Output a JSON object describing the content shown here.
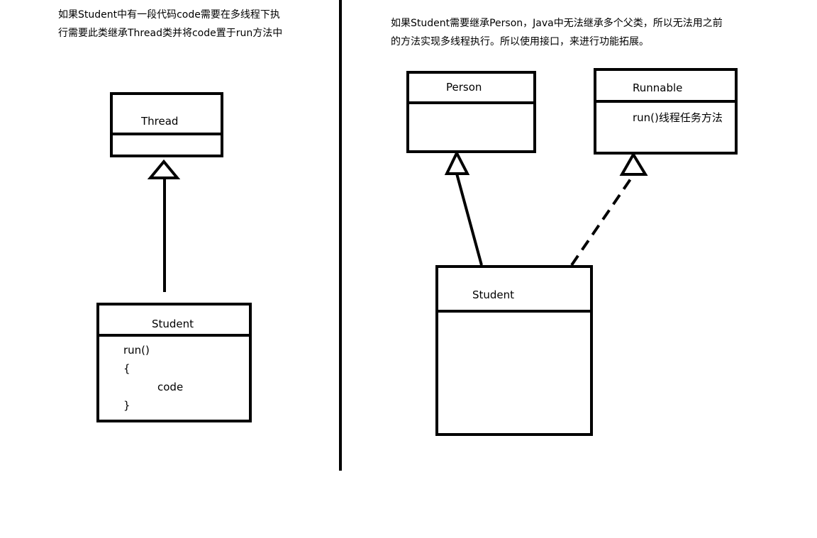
{
  "notes": {
    "left": [
      "如果Student中有一段代码code需要在多线程下执",
      "行需要此类继承Thread类并将code置于run方法中"
    ],
    "right": [
      "如果Student需要继承Person，Java中无法继承多个父类，所以无法用之前",
      "的方法实现多线程执行。所以使用接口，来进行功能拓展。"
    ]
  },
  "left_diagram": {
    "thread": {
      "title": "Thread"
    },
    "student": {
      "title": "Student",
      "body": [
        "run()",
        "{",
        "code",
        "}"
      ]
    }
  },
  "right_diagram": {
    "person": {
      "title": "Person"
    },
    "runnable": {
      "title": "Runnable",
      "method": "run()线程任务方法"
    },
    "student": {
      "title": "Student"
    }
  }
}
